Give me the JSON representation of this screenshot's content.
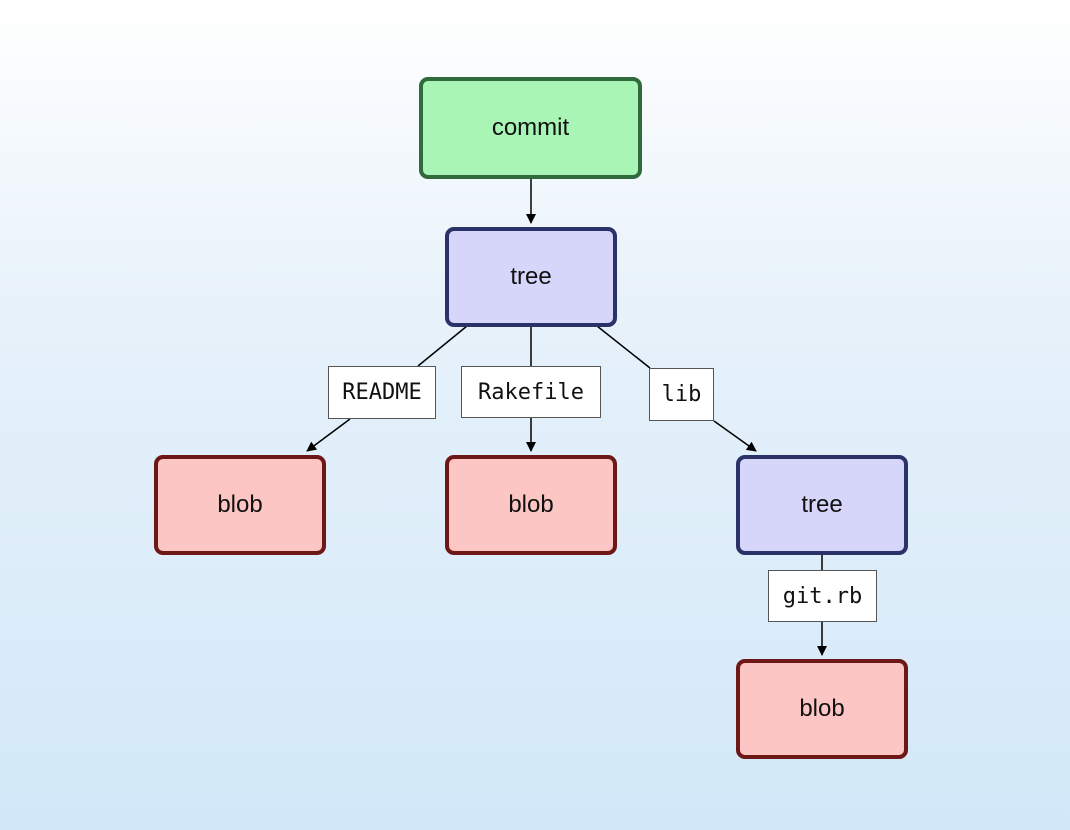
{
  "nodes": {
    "commit": "commit",
    "root_tree": "tree",
    "readme_blob": "blob",
    "rakefile_blob": "blob",
    "lib_tree": "tree",
    "gitrb_blob": "blob"
  },
  "edges": {
    "readme": "README",
    "rakefile": "Rakefile",
    "lib": "lib",
    "gitrb": "git.rb"
  },
  "colors": {
    "commit_fill": "#a8f5b6",
    "commit_border": "#2f6b3d",
    "tree_fill": "#d6d6fb",
    "tree_border": "#2b3268",
    "blob_fill": "#fbc6c3",
    "blob_border": "#6e1717"
  }
}
